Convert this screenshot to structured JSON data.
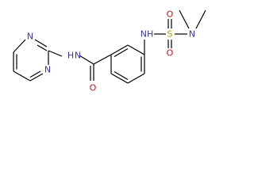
{
  "molecule": {
    "atom_labels": {
      "pyrimidine_n1": "N",
      "pyrimidine_n3": "N",
      "amide_nh": "N",
      "amide_h": "H",
      "carbonyl_o": "O",
      "sulfamide_nh": "NH",
      "sulfur": "S",
      "sulfonyl_o_top": "O",
      "sulfonyl_o_bottom": "O",
      "dimethyl_n": "N"
    },
    "colors": {
      "nitrogen": "#3333cc",
      "oxygen": "#cc1111",
      "sulfur": "#b8a000",
      "bond": "#000000"
    }
  }
}
